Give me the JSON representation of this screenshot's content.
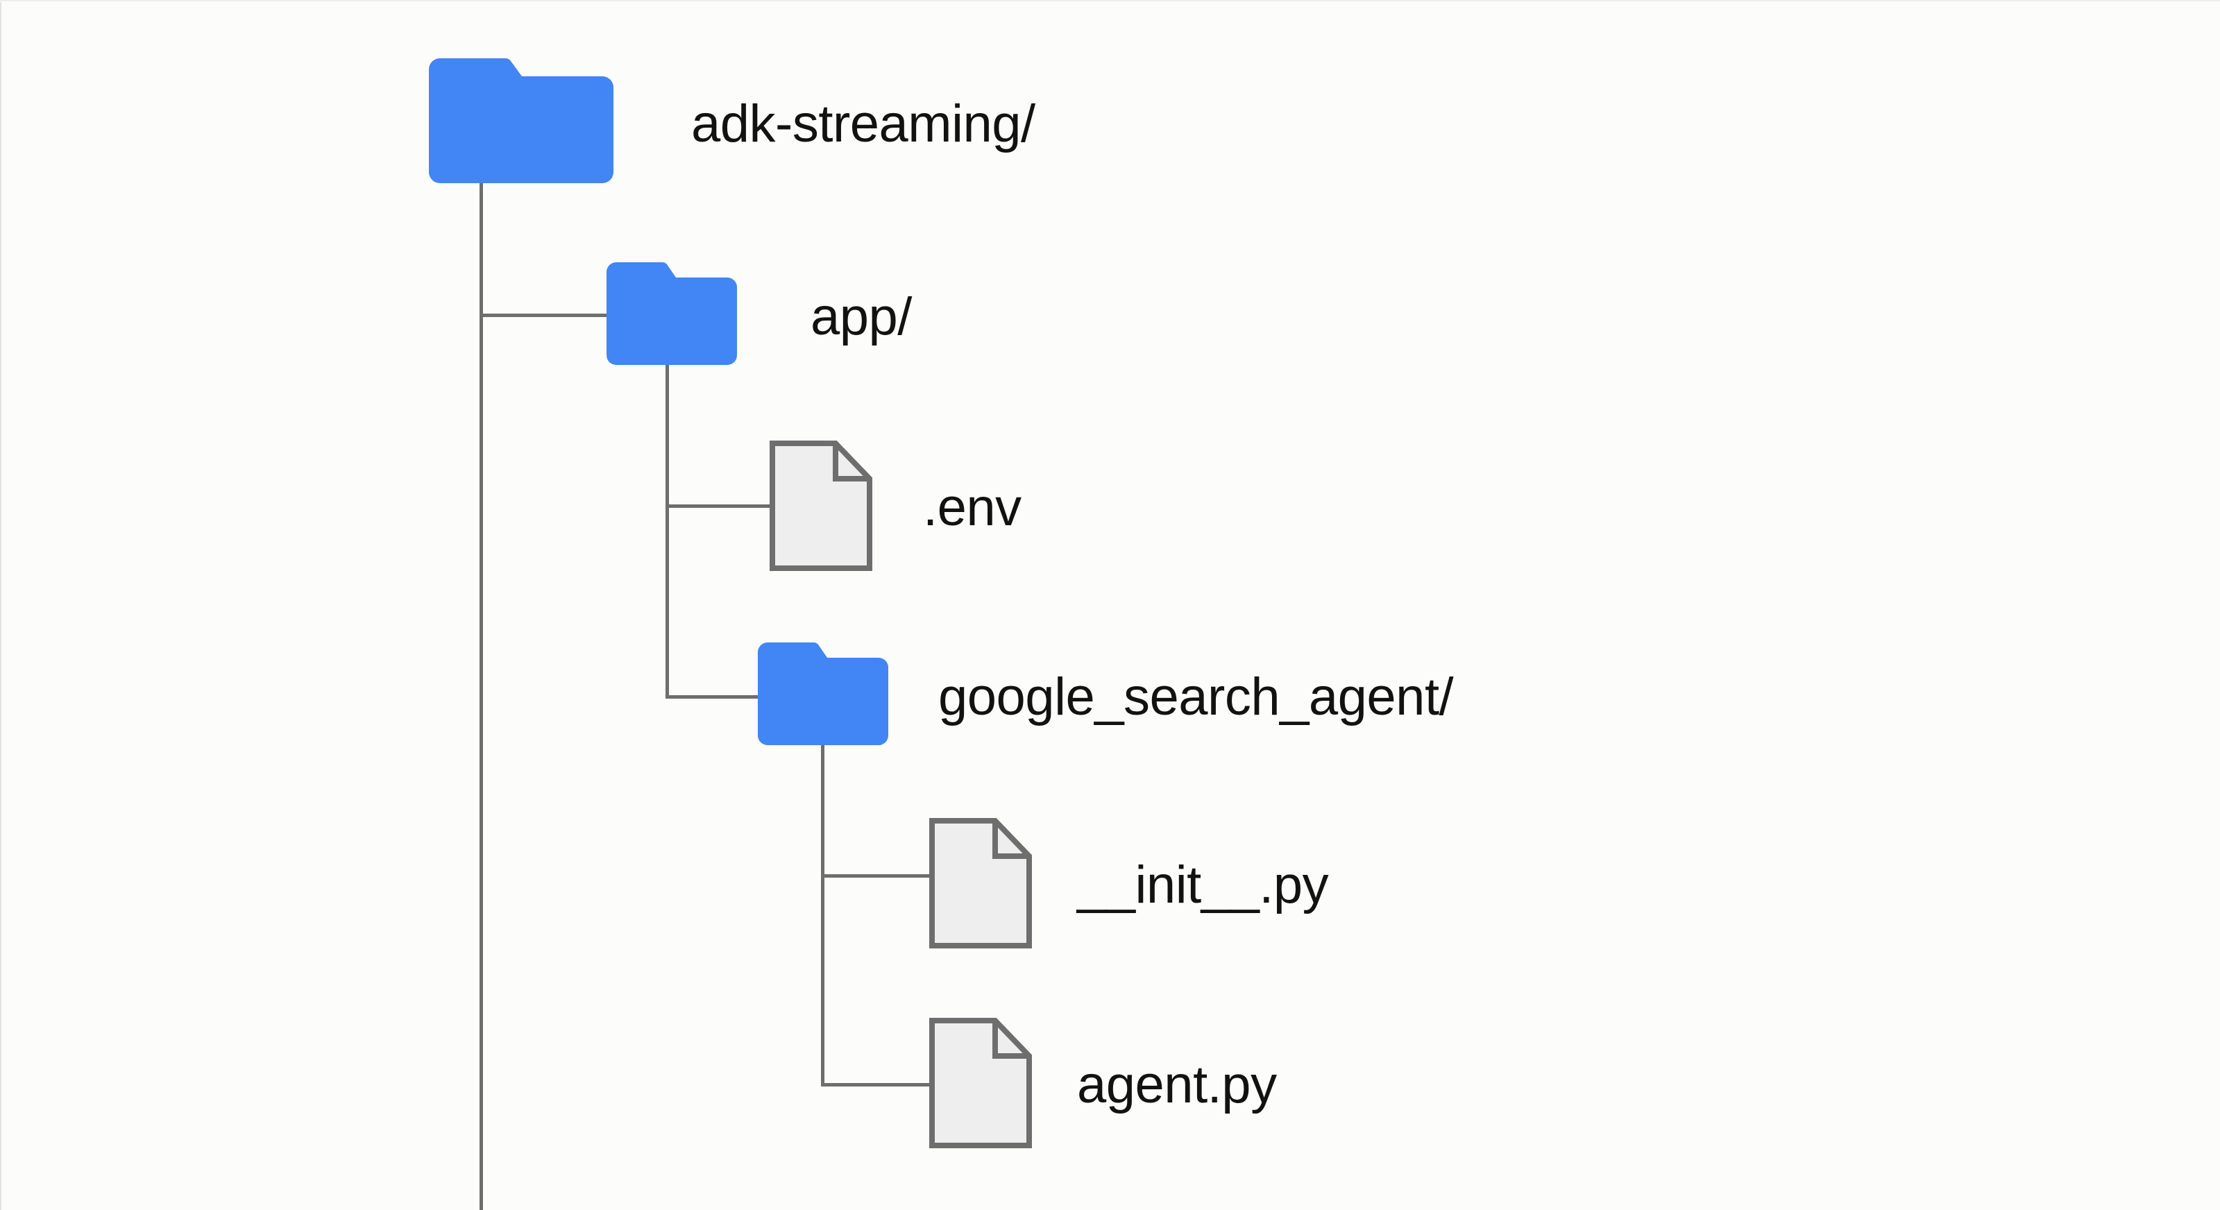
{
  "diagram": {
    "title": "adk-streaming project directory tree",
    "type": "file-tree",
    "background_color": "#fcfcfa",
    "line_color": "#6e6e6e",
    "folder_color": "#4285f4",
    "file_fill_color": "#eeeeee",
    "file_stroke_color": "#6e6e6e",
    "text_color": "#121212"
  },
  "tree": {
    "root": {
      "label": "adk-streaming/",
      "icon": "folder-icon",
      "depth": 0
    },
    "nodes": [
      {
        "label": "app/",
        "icon": "folder-icon",
        "depth": 1,
        "kind": "folder"
      },
      {
        "label": ".env",
        "icon": "file-icon",
        "depth": 2,
        "kind": "file"
      },
      {
        "label": "google_search_agent/",
        "icon": "folder-icon",
        "depth": 2,
        "kind": "folder"
      },
      {
        "label": "__init__.py",
        "icon": "file-icon",
        "depth": 3,
        "kind": "file"
      },
      {
        "label": "agent.py",
        "icon": "file-icon",
        "depth": 3,
        "kind": "file"
      }
    ]
  }
}
